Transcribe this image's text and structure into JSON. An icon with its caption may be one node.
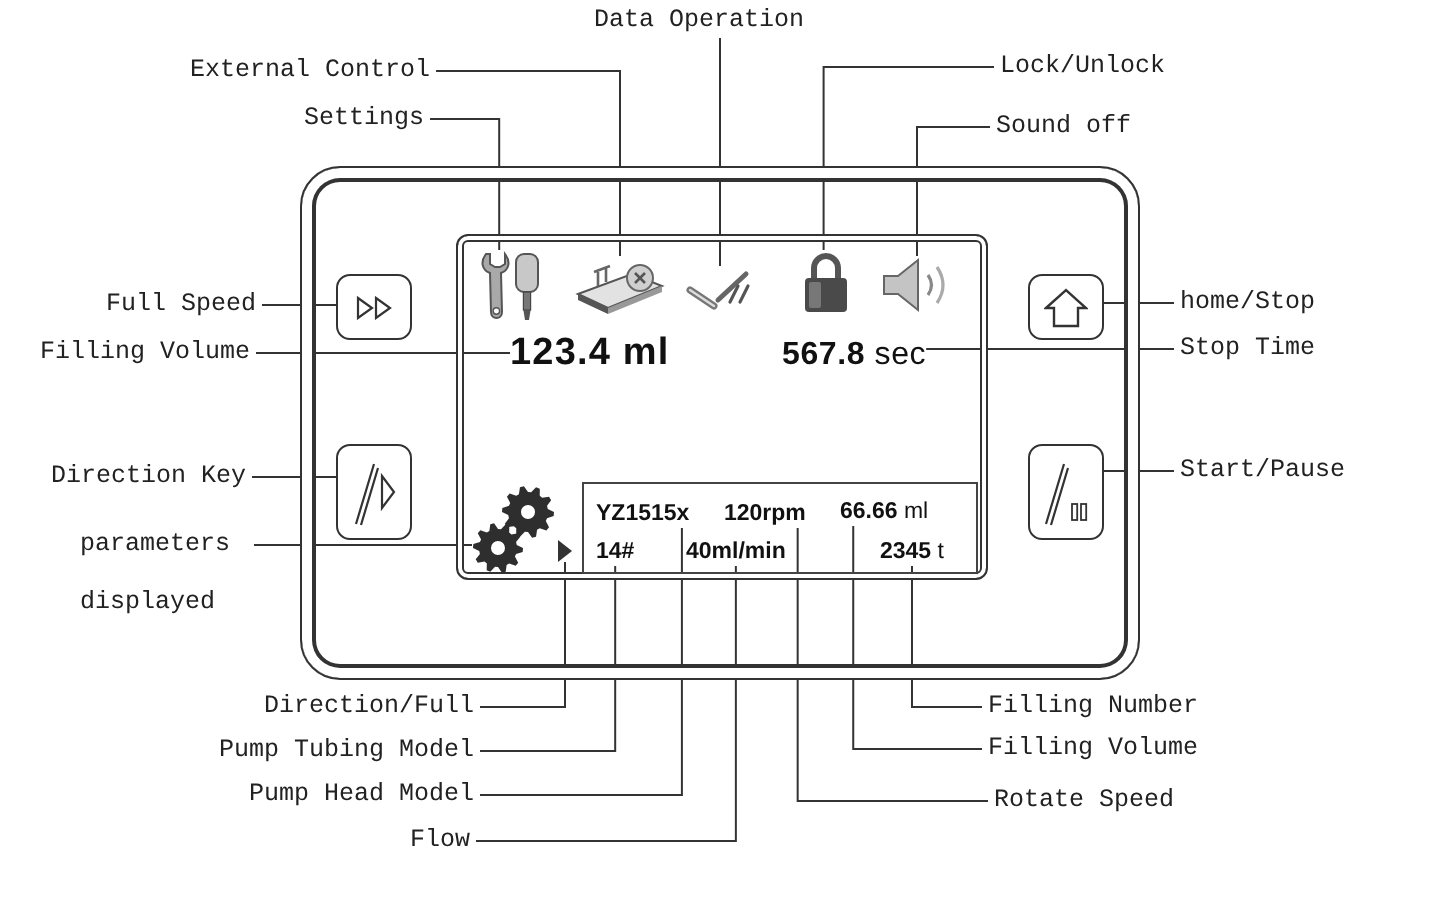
{
  "diagram": {
    "nodes": [
      {
        "text": [
          "Data Operation"
        ]
      },
      {
        "text": [
          "External Control"
        ]
      },
      {
        "text": [
          "Lock/Unlock"
        ]
      },
      {
        "text": [
          "Settings"
        ]
      },
      {
        "text": [
          "Sound off"
        ]
      },
      {
        "text": [],
        "shape": "box"
      },
      {
        "text": [],
        "shape": "box",
        "in": 5
      },
      {
        "text": [],
        "shape": "picture",
        "in": 6
      },
      {
        "text": [],
        "shape": "picture",
        "in": 6
      },
      {
        "text": [],
        "shape": "picture",
        "in": 6
      },
      {
        "text": [],
        "shape": "picture",
        "in": 6
      },
      {
        "text": [],
        "shape": "picture",
        "in": 6
      },
      {
        "text": [
          "Full Speed"
        ]
      },
      {
        "text": [],
        "shape": "box",
        "in": 5
      },
      {
        "text": [],
        "shape": "box",
        "in": 5
      },
      {
        "text": [
          "home/Stop"
        ]
      },
      {
        "text": [
          "Filling Volume"
        ]
      },
      {
        "text": [
          "123.4 ml"
        ],
        "in": 6
      },
      {
        "text": [
          "**567.8** sec"
        ],
        "in": 6
      },
      {
        "text": [
          "Stop Time"
        ]
      },
      {
        "text": [
          "Direction Key"
        ]
      },
      {
        "text": [],
        "shape": "box",
        "in": 5
      },
      {
        "text": [],
        "shape": "box",
        "in": 5
      },
      {
        "text": [
          "Start/Pause"
        ]
      },
      {
        "text": [
          "parameters displayed"
        ]
      },
      {
        "text": [],
        "shape": "picture",
        "in": 6
      },
      {
        "text": [],
        "shape": "triangle",
        "in": 6
      },
      {
        "text": [],
        "shape": "box",
        "in": 6
      },
      {
        "text": [
          "YZ1515x"
        ],
        "in": 27
      },
      {
        "text": [
          "120rpm"
        ],
        "in": 27
      },
      {
        "text": [
          "**66.66** ml"
        ],
        "in": 27
      },
      {
        "text": [
          "14#"
        ],
        "in": 27
      },
      {
        "text": [
          "40ml/min"
        ],
        "in": 27
      },
      {
        "text": [
          "**2345** t"
        ],
        "in": 27
      },
      {
        "text": [
          "Direction/Full"
        ]
      },
      {
        "text": [
          "Filling Number"
        ]
      },
      {
        "text": [
          "Pump Tubing Model"
        ]
      },
      {
        "text": [
          "Filling Volume"
        ]
      },
      {
        "text": [
          "Pump Head Model"
        ]
      },
      {
        "text": [
          "Rotate Speed"
        ]
      },
      {
        "text": [
          "Flow"
        ]
      }
    ],
    "edges": [
      {
        "from": 0,
        "to": 9,
        "arrow": "none"
      },
      {
        "from": 1,
        "to": 8,
        "arrow": "none"
      },
      {
        "from": 2,
        "to": 10,
        "arrow": "none"
      },
      {
        "from": 3,
        "to": 7,
        "arrow": "none"
      },
      {
        "from": 4,
        "to": 11,
        "arrow": "none"
      },
      {
        "from": 12,
        "to": 13,
        "arrow": "none"
      },
      {
        "from": 15,
        "to": 14,
        "arrow": "none"
      },
      {
        "from": 16,
        "to": 17,
        "arrow": "none"
      },
      {
        "from": 19,
        "to": 18,
        "arrow": "none"
      },
      {
        "from": 20,
        "to": 21,
        "arrow": "none"
      },
      {
        "from": 23,
        "to": 22,
        "arrow": "none"
      },
      {
        "from": 24,
        "to": 25,
        "arrow": "none"
      },
      {
        "from": 34,
        "to": 26,
        "arrow": "none"
      },
      {
        "from": 35,
        "to": 33,
        "arrow": "none"
      },
      {
        "from": 36,
        "to": 31,
        "arrow": "none"
      },
      {
        "from": 37,
        "to": 30,
        "arrow": "none"
      },
      {
        "from": 38,
        "to": 28,
        "arrow": "none"
      },
      {
        "from": 39,
        "to": 29,
        "arrow": "none"
      },
      {
        "from": 40,
        "to": 32,
        "arrow": "none"
      }
    ]
  }
}
